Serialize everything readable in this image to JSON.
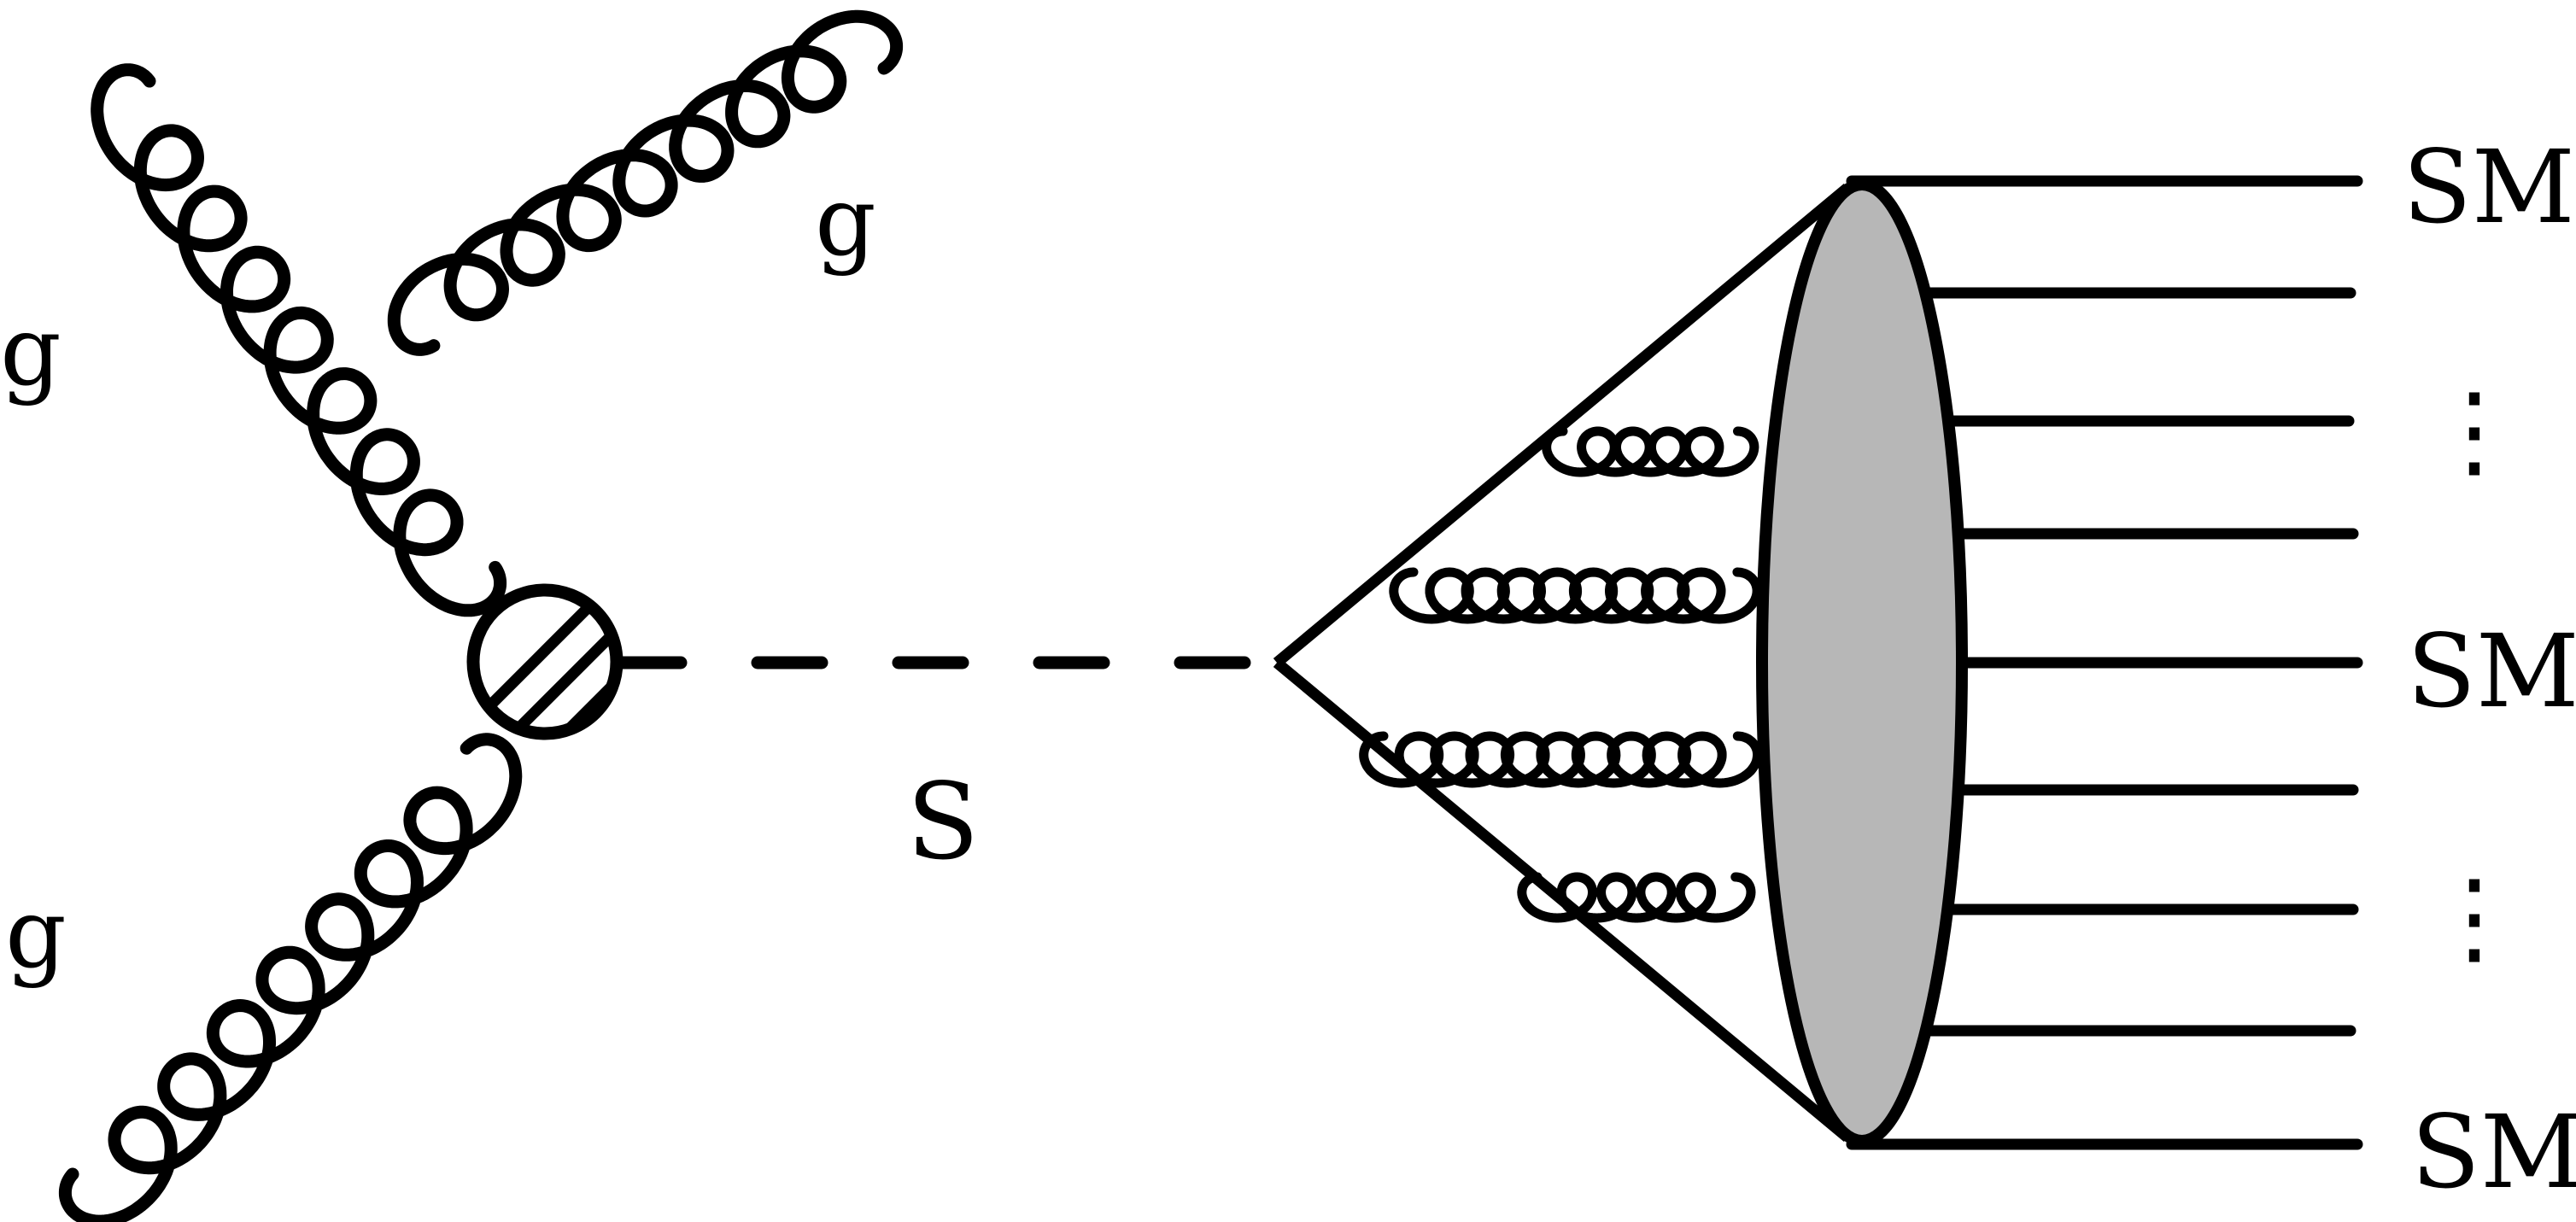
{
  "labels": {
    "gluon_upper_left": "g",
    "gluon_upper_right": "g",
    "gluon_lower_left": "g",
    "scalar": "S",
    "sm_top": "SM",
    "sm_middle": "SM",
    "sm_bottom": "SM",
    "dots_upper": "⋮",
    "dots_lower": "⋮"
  },
  "colors": {
    "line": "#000000",
    "blob_fill": "#b7b7b7",
    "background": "#ffffff"
  }
}
